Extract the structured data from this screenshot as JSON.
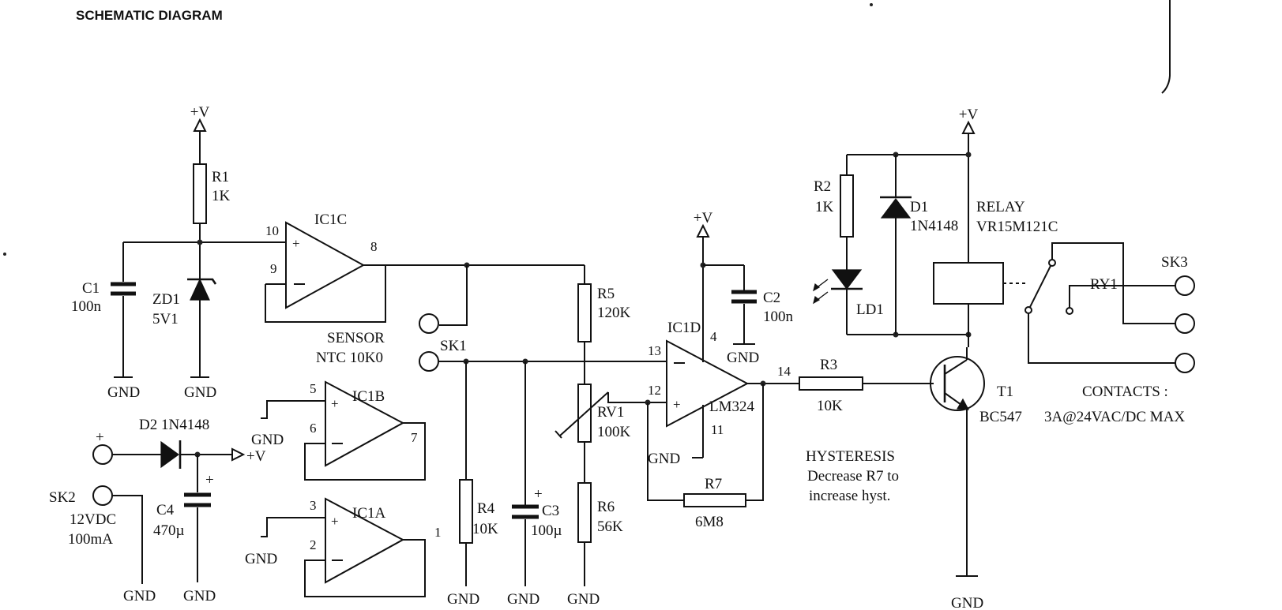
{
  "title": "SCHEMATIC DIAGRAM",
  "labels": {
    "vcc_r1": "+V",
    "vcc_ic1d": "+V",
    "vcc_relay": "+V",
    "vcc_out": "+V",
    "r1_name": "R1",
    "r1_value": "1K",
    "c1_name": "C1",
    "c1_value": "100n",
    "zd1_name": "ZD1",
    "zd1_value": "5V1",
    "gnd_c1": "GND",
    "gnd_zd1": "GND",
    "ic1c_name": "IC1C",
    "ic1c_pin10": "10",
    "ic1c_pin9": "9",
    "ic1c_pin8": "8",
    "sensor_line1": "SENSOR",
    "sensor_line2": "NTC 10K0",
    "sk1_name": "SK1",
    "ic1b_name": "IC1B",
    "ic1b_pin5": "5",
    "ic1b_pin6": "6",
    "ic1b_pin7": "7",
    "gnd_ic1b": "GND",
    "ic1a_name": "IC1A",
    "ic1a_pin3": "3",
    "ic1a_pin2": "2",
    "ic1a_pin1": "1",
    "gnd_ic1a": "GND",
    "d2_label": "D2 1N4148",
    "sk2_name": "SK2",
    "sk2_line1": "12VDC",
    "sk2_line2": "100mA",
    "sk2_plus": "+",
    "c4_name": "C4",
    "c4_value": "470µ",
    "c4_plus": "+",
    "gnd_sk2": "GND",
    "gnd_c4": "GND",
    "r4_name": "R4",
    "r4_value": "10K",
    "c3_name": "C3",
    "c3_value": "100µ",
    "c3_plus": "+",
    "gnd_r4": "GND",
    "gnd_c3": "GND",
    "r5_name": "R5",
    "r5_value": "120K",
    "rv1_name": "RV1",
    "rv1_value": "100K",
    "r6_name": "R6",
    "r6_value": "56K",
    "gnd_r6": "GND",
    "ic1d_name": "IC1D",
    "ic1d_pin13": "13",
    "ic1d_pin12": "12",
    "ic1d_pin11": "11",
    "ic1d_pin4": "4",
    "ic1d_pin14": "14",
    "ic1d_part": "LM324",
    "gnd_ic1d": "GND",
    "c2_name": "C2",
    "c2_value": "100n",
    "gnd_c2": "GND",
    "r7_name": "R7",
    "r7_value": "6M8",
    "hysteresis_title": "HYSTERESIS",
    "hysteresis_line1": "Decrease R7 to",
    "hysteresis_line2": "increase hyst.",
    "r3_name": "R3",
    "r3_value": "10K",
    "r2_name": "R2",
    "r2_value": "1K",
    "ld1_name": "LD1",
    "d1_name": "D1",
    "d1_value": "1N4148",
    "relay_title": "RELAY",
    "relay_part": "VR15M121C",
    "ry1_name": "RY1",
    "sk3_name": "SK3",
    "t1_name": "T1",
    "t1_value": "BC547",
    "contacts_line1": "CONTACTS :",
    "contacts_line2": "3A@24VAC/DC MAX",
    "gnd_relay": "GND"
  }
}
